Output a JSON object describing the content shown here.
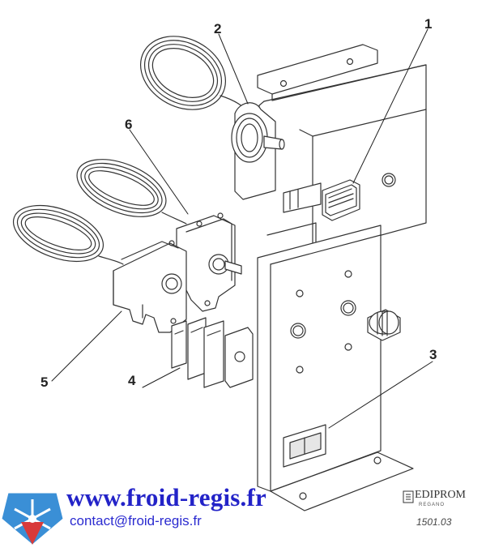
{
  "diagram": {
    "callouts": [
      "1",
      "2",
      "3",
      "4",
      "5",
      "6"
    ]
  },
  "footer": {
    "website": "www.froid-regis.fr",
    "contact": "contact@froid-regis.fr",
    "brand": "EDIPROM",
    "brand_sub": "REGANO",
    "reference": "1501.03"
  },
  "colors": {
    "line": "#333333",
    "link_blue": "#2323c8",
    "logo_blue": "#3a8fd6",
    "logo_red": "#d83a3a"
  }
}
